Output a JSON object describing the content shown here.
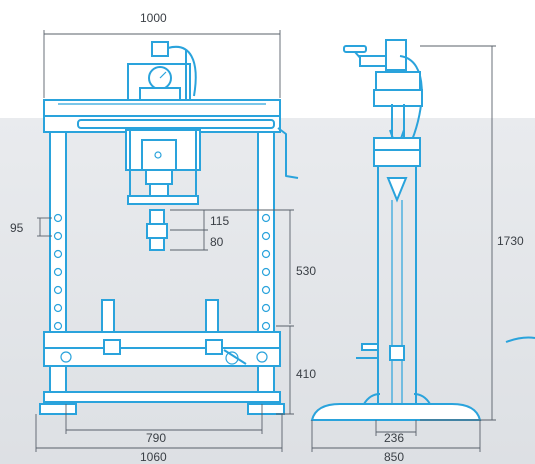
{
  "dimensions": {
    "width_top": "1000",
    "width_inner": "790",
    "width_base": "1060",
    "hole_spacing": "95",
    "stroke_a": "115",
    "stroke_b": "80",
    "working_height": "530",
    "table_height": "410",
    "total_height": "1730",
    "side_depth": "850",
    "side_foot": "236"
  },
  "colors": {
    "line": "#2aa3dc",
    "dimension": "#58606a",
    "background_lower": "#e2e5e9"
  }
}
